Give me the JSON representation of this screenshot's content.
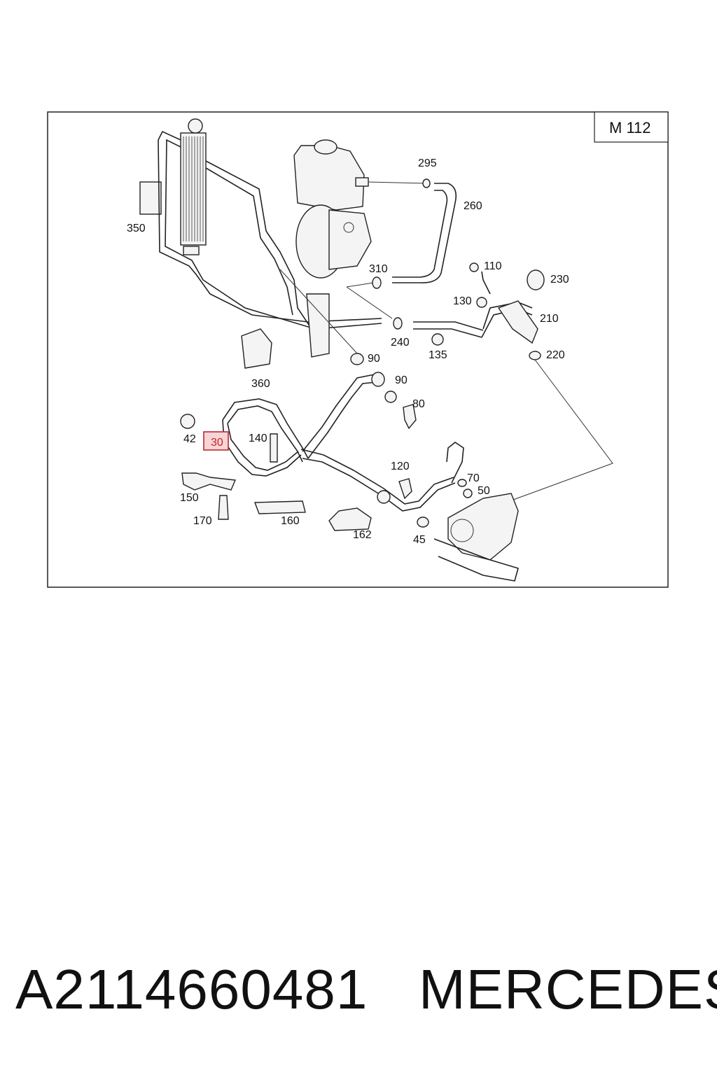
{
  "diagram": {
    "engine_code": "M 112",
    "highlighted_part": "30",
    "highlight_color": "#c0282d",
    "highlight_fill": "#f7d4d6",
    "callouts": [
      {
        "id": "295",
        "label": "295"
      },
      {
        "id": "260",
        "label": "260"
      },
      {
        "id": "350",
        "label": "350"
      },
      {
        "id": "310",
        "label": "310"
      },
      {
        "id": "110",
        "label": "110"
      },
      {
        "id": "230",
        "label": "230"
      },
      {
        "id": "130",
        "label": "130"
      },
      {
        "id": "210",
        "label": "210"
      },
      {
        "id": "240",
        "label": "240"
      },
      {
        "id": "135",
        "label": "135"
      },
      {
        "id": "220",
        "label": "220"
      },
      {
        "id": "90a",
        "label": "90"
      },
      {
        "id": "360",
        "label": "360"
      },
      {
        "id": "90b",
        "label": "90"
      },
      {
        "id": "80",
        "label": "80"
      },
      {
        "id": "42",
        "label": "42"
      },
      {
        "id": "30",
        "label": "30"
      },
      {
        "id": "140",
        "label": "140"
      },
      {
        "id": "120",
        "label": "120"
      },
      {
        "id": "70",
        "label": "70"
      },
      {
        "id": "50",
        "label": "50"
      },
      {
        "id": "150",
        "label": "150"
      },
      {
        "id": "170",
        "label": "170"
      },
      {
        "id": "160",
        "label": "160"
      },
      {
        "id": "162",
        "label": "162"
      },
      {
        "id": "45",
        "label": "45"
      }
    ]
  },
  "footer": {
    "part_number": "A2114660481",
    "brand": "MERCEDES"
  }
}
